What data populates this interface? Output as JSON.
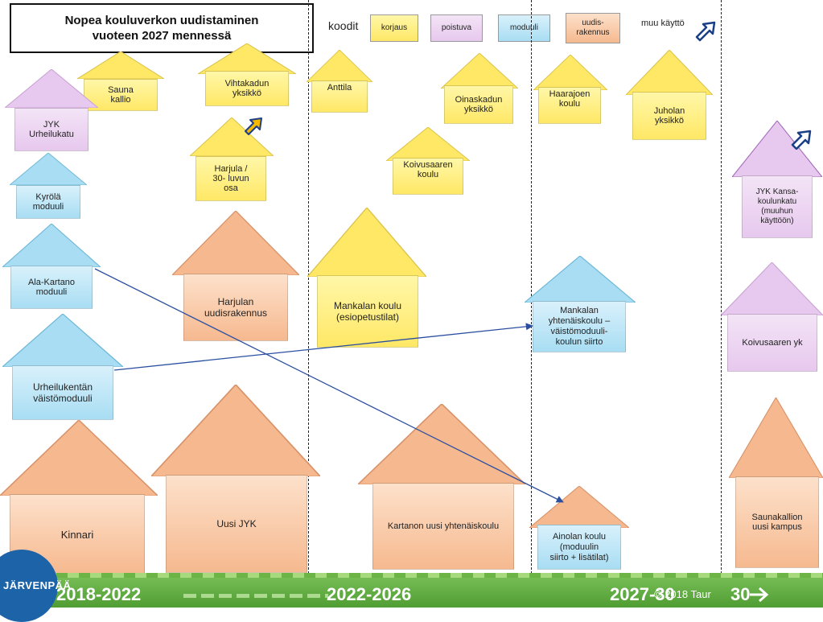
{
  "title": {
    "line1": "Nopea kouluverkon uudistaminen",
    "line2": "vuoteen 2027 mennessä"
  },
  "legend": {
    "heading": "koodit",
    "items": [
      {
        "label": "korjaus",
        "color": "#ffe866"
      },
      {
        "label": "poistuva",
        "color": "#e7c8ee"
      },
      {
        "label": "moduuli",
        "color": "#a8ddf3"
      },
      {
        "label": "uudis-\nrakennus",
        "color": "#f6b98f"
      }
    ],
    "other_use": "muu käyttö"
  },
  "buildings": {
    "sauna_kallio": "Sauna\nkallio",
    "jyk_urheilukatu": "JYK\nUrheilukatu",
    "vihtakadun": "Vihtakadun\nyksikkö",
    "harjula_30": "Harjula /\n30- luvun\nosa",
    "kyrola": "Kyrölä\nmoduuli",
    "ala_kartano": "Ala-Kartano\nmoduuli",
    "harjulan_uudis": "Harjulan\nuudisrakennus",
    "urheilukentan": "Urheilukentän\nväistömoduuli",
    "kinnari": "Kinnari",
    "uusi_jyk": "Uusi JYK",
    "anttila": "Anttila",
    "oinaskadun": "Oinaskadun\nyksikkö",
    "koivusaaren_koulu": "Koivusaaren\nkoulu",
    "mankalan_koulu": "Mankalan koulu\n(esiopetustilat)",
    "kartanon": "Kartanon uusi yhtenäiskoulu",
    "haarajoen": "Haarajoen\nkoulu",
    "juholan": "Juholan\nyksikkö",
    "mankalan_yht": "Mankalan\nyhtenäiskoulu –\nväistömoduuli-\nkoulun siirto",
    "ainolan": "Ainolan koulu\n(moduulin\nsiirto + lisätilat)",
    "jyk_kansa": "JYK Kansa-\nkoulunkatu\n(muuhun\nkäyttöön)",
    "koivusaaren_yk": "Koivusaaren yk",
    "saunakallion": "Saunakallion\nuusi kampus"
  },
  "timeline": {
    "p1": "2018-2022",
    "p2": "2022-2026",
    "p3": "2027-30",
    "p4": "30",
    "copyright": "© 2018 Taur",
    "logo": "JÄRVENPÄÄ"
  }
}
